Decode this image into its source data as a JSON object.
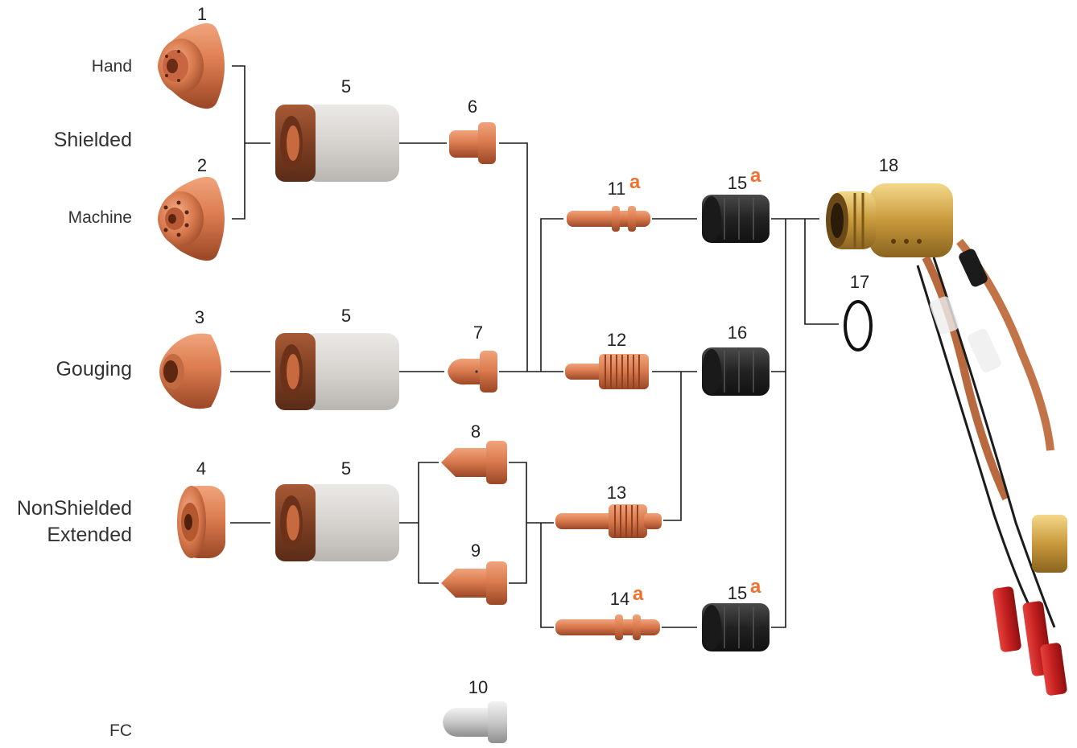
{
  "accent_color": "#f07030",
  "categories": {
    "hand": "Hand",
    "shielded": "Shielded",
    "machine": "Machine",
    "gouging": "Gouging",
    "nonshielded": "NonShielded",
    "extended": "Extended",
    "fc": "FC"
  },
  "parts": {
    "p1": "1",
    "p2": "2",
    "p3": "3",
    "p4": "4",
    "p5a": "5",
    "p5b": "5",
    "p5c": "5",
    "p6": "6",
    "p7": "7",
    "p8": "8",
    "p9": "9",
    "p10": "10",
    "p11": "11",
    "p12": "12",
    "p13": "13",
    "p14": "14",
    "p15a": "15",
    "p15b": "15",
    "p16": "16",
    "p17": "17",
    "p18": "18"
  },
  "superscript": "a",
  "icons": {
    "shield_cap": "copper-shield-cap",
    "retaining_cup": "retaining-cup",
    "nozzle": "copper-nozzle",
    "electrode": "copper-electrode",
    "swirl_ring": "swirl-ring",
    "o_ring": "o-ring",
    "torch_head": "brass-torch-head"
  }
}
